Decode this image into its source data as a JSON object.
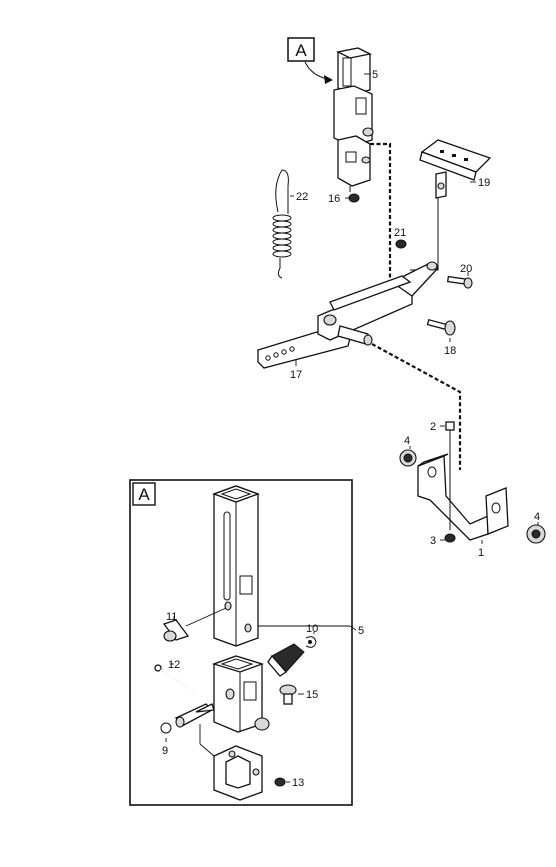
{
  "diagram": {
    "view_marker": "A",
    "detail_marker": "A",
    "callouts": {
      "p1": "1",
      "p2": "2",
      "p3": "3",
      "p4a": "4",
      "p4b": "4",
      "p5_top": "5",
      "p5_detail": "5",
      "p9": "9",
      "p10": "10",
      "p11": "11",
      "p12": "12",
      "p13": "13",
      "p15": "15",
      "p16": "16",
      "p17": "17",
      "p18": "18",
      "p19": "19",
      "p20": "20",
      "p21": "21",
      "p22": "22"
    }
  }
}
